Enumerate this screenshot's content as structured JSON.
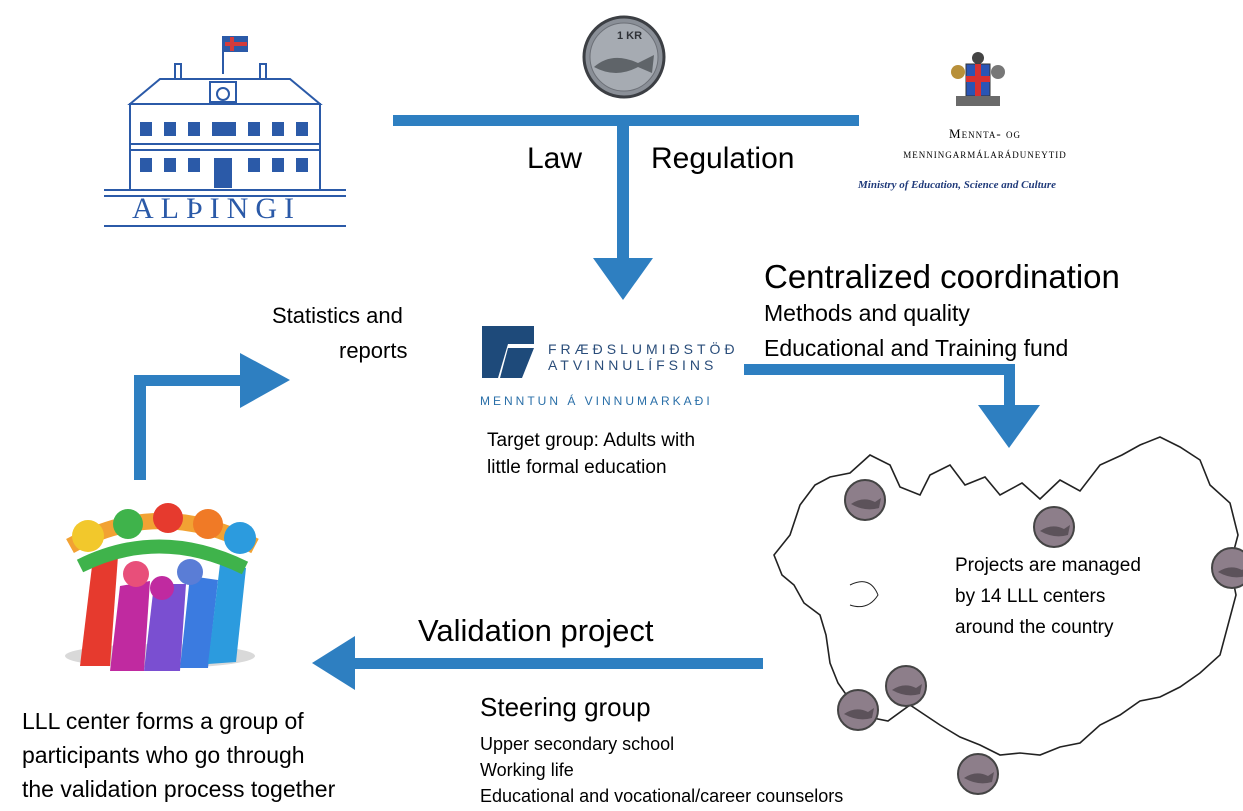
{
  "flow": {
    "law_label": "Law",
    "regulation_label": "Regulation",
    "centralized_title": "Centralized coordination",
    "centralized_items": [
      "Methods and quality",
      "Educational and Training fund"
    ],
    "statistics_label": [
      "Statistics and",
      "reports"
    ],
    "target_group": [
      "Target group: Adults with",
      "little formal education"
    ],
    "projects_text": [
      "Projects are managed",
      "by 14 LLL centers",
      "around the country"
    ],
    "validation_title": "Validation project",
    "steering_title": "Steering group",
    "steering_items": [
      "Upper secondary school",
      "Working life",
      "Educational and vocational/career counselors"
    ],
    "lll_text": [
      "LLL center forms a group of",
      "participants who go through",
      "the validation process together"
    ]
  },
  "logos": {
    "althingi": "ALÞINGI",
    "ministry_line1": "Mennta- og",
    "ministry_line2": "menningarmálaráduneytid",
    "ministry_en": "Ministry of Education, Science and Culture",
    "frae_line1": "FRÆÐSLUMIÐSTÖÐ",
    "frae_line2": "ATVINNULÍFSINS",
    "frae_tagline": "MENNTUN Á VINNUMARKAÐI",
    "coin_text": "1 KR"
  },
  "colors": {
    "arrow_blue": "#2e7fc1",
    "parliament_blue": "#2b5aa8",
    "frae_navy": "#1e4a7a"
  }
}
